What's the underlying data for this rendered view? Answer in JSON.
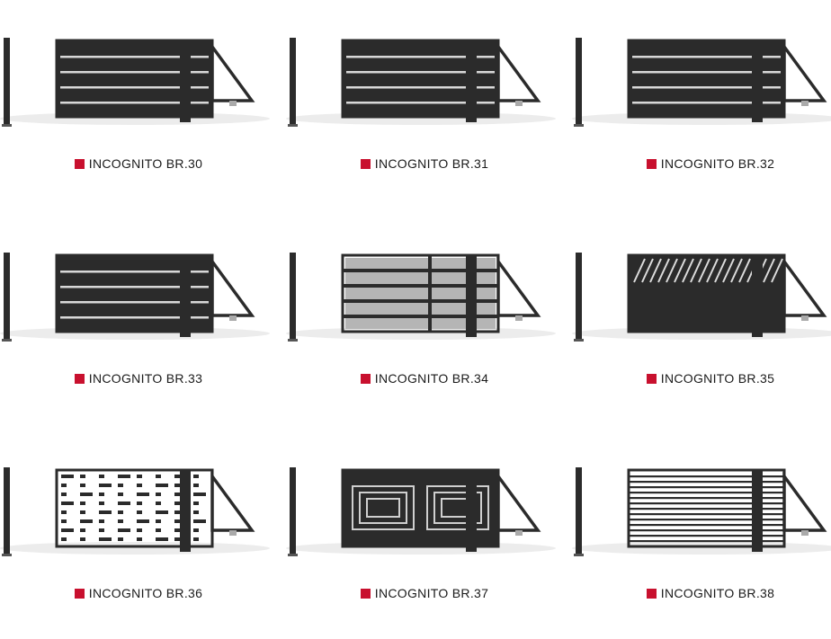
{
  "accent_color": "#c8102e",
  "gate_color": "#2b2b2b",
  "gates": [
    {
      "name": "INCOGNITO BR.30",
      "pattern": "slats"
    },
    {
      "name": "INCOGNITO BR.31",
      "pattern": "slats"
    },
    {
      "name": "INCOGNITO BR.32",
      "pattern": "slats"
    },
    {
      "name": "INCOGNITO BR.33",
      "pattern": "slats"
    },
    {
      "name": "INCOGNITO BR.34",
      "pattern": "mesh-bars"
    },
    {
      "name": "INCOGNITO BR.35",
      "pattern": "diagonal-top"
    },
    {
      "name": "INCOGNITO BR.36",
      "pattern": "cutouts"
    },
    {
      "name": "INCOGNITO BR.37",
      "pattern": "frames"
    },
    {
      "name": "INCOGNITO BR.38",
      "pattern": "dense-bars"
    }
  ]
}
